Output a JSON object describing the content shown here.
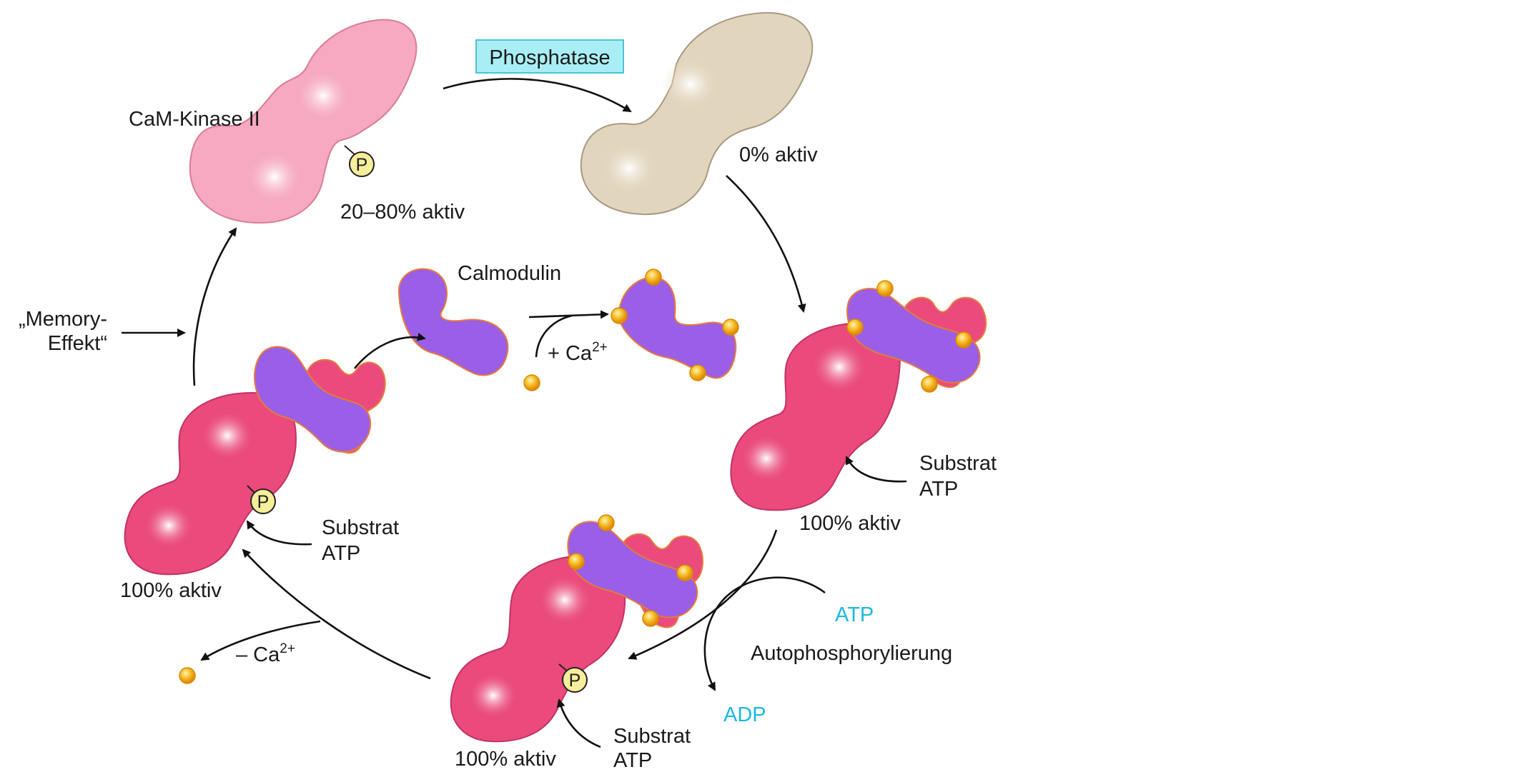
{
  "labels": {
    "camkinase": "CaM-Kinase II",
    "phosphatase": "Phosphatase",
    "inactive": "0% aktiv",
    "partial": "20–80% aktiv",
    "calmodulin": "Calmodulin",
    "ca_plus": "+ Ca",
    "ca_minus": "– Ca",
    "ca_charge": "2+",
    "memory_line1": "„Memory-",
    "memory_line2": "Effekt“",
    "substrat": "Substrat",
    "atp": "ATP",
    "adp": "ADP",
    "full_active": "100% aktiv",
    "autophos": "Autophosphorylierung",
    "phospho_mark": "P"
  },
  "colors": {
    "kinase_pink": "#ea4a7c",
    "kinase_light_pink": "#f6a9c0",
    "kinase_inactive": "#e2d5bd",
    "calmodulin_purple": "#9a5fe6",
    "calcium_orange": "#f4b21b",
    "phosphate_yellow": "#f6ee9a",
    "phosphatase_box": "#a9eef5",
    "cyan_text": "#1cb8e0"
  }
}
